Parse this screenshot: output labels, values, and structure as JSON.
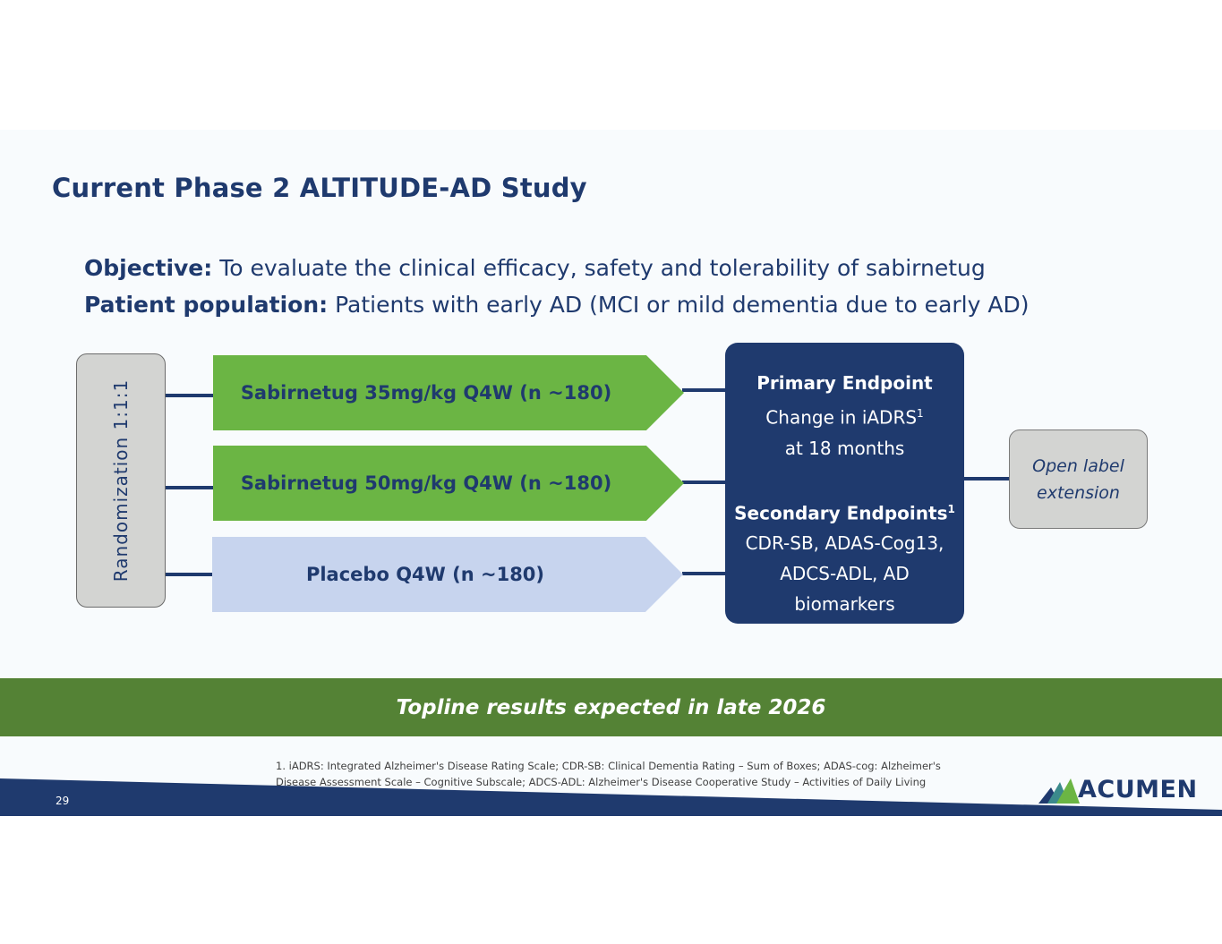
{
  "title": "Current Phase 2 ALTITUDE-AD Study",
  "objective": {
    "label": "Objective:",
    "text": " To evaluate the clinical efficacy, safety and tolerability of sabirnetug"
  },
  "population": {
    "label": "Patient population:",
    "text": " Patients with early AD (MCI or mild dementia due to early AD)"
  },
  "randomization": "Randomization 1:1:1",
  "arms": [
    "Sabirnetug 35mg/kg Q4W (n ~180)",
    "Sabirnetug 50mg/kg Q4W (n ~180)",
    "Placebo Q4W (n ~180)"
  ],
  "endpoints": {
    "primary_title": "Primary Endpoint",
    "primary_line1": "Change in iADRS",
    "primary_sup": "1",
    "primary_line2": "at 18 months",
    "secondary_title": "Secondary Endpoints",
    "secondary_sup": "1",
    "secondary_line1": "CDR-SB, ADAS-Cog13,",
    "secondary_line2": "ADCS-ADL, AD",
    "secondary_line3": "biomarkers"
  },
  "extension": {
    "line1": "Open label",
    "line2": "extension"
  },
  "banner": "Topline results expected in late 2026",
  "footnote": {
    "line1": "1. iADRS: Integrated Alzheimer's Disease Rating Scale; CDR-SB: Clinical Dementia Rating – Sum of Boxes; ADAS-cog: Alzheimer's",
    "line2": "Disease Assessment Scale – Cognitive Subscale; ADCS-ADL: Alzheimer's Disease Cooperative Study – Activities of Daily Living"
  },
  "page_number": "29",
  "logo": "ACUMEN",
  "colors": {
    "navy": "#1f3a6e",
    "green": "#6bb544",
    "banner": "#548235",
    "placebo": "#c7d4ee"
  }
}
